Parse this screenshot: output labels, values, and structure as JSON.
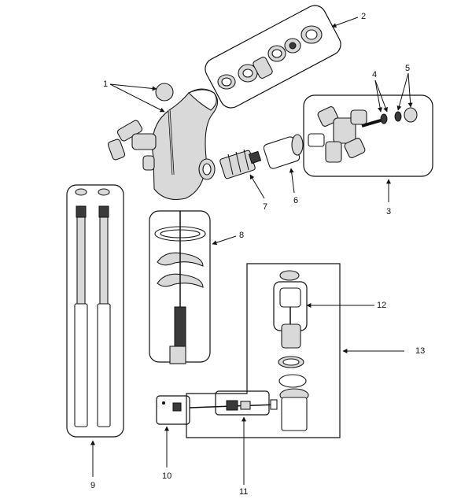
{
  "callouts": {
    "c1": "1",
    "c2": "2",
    "c3": "3",
    "c4": "4",
    "c5": "5",
    "c6": "6",
    "c7": "7",
    "c8": "8",
    "c9": "9",
    "c10": "10",
    "c11": "11",
    "c12": "12",
    "c13": "13"
  }
}
